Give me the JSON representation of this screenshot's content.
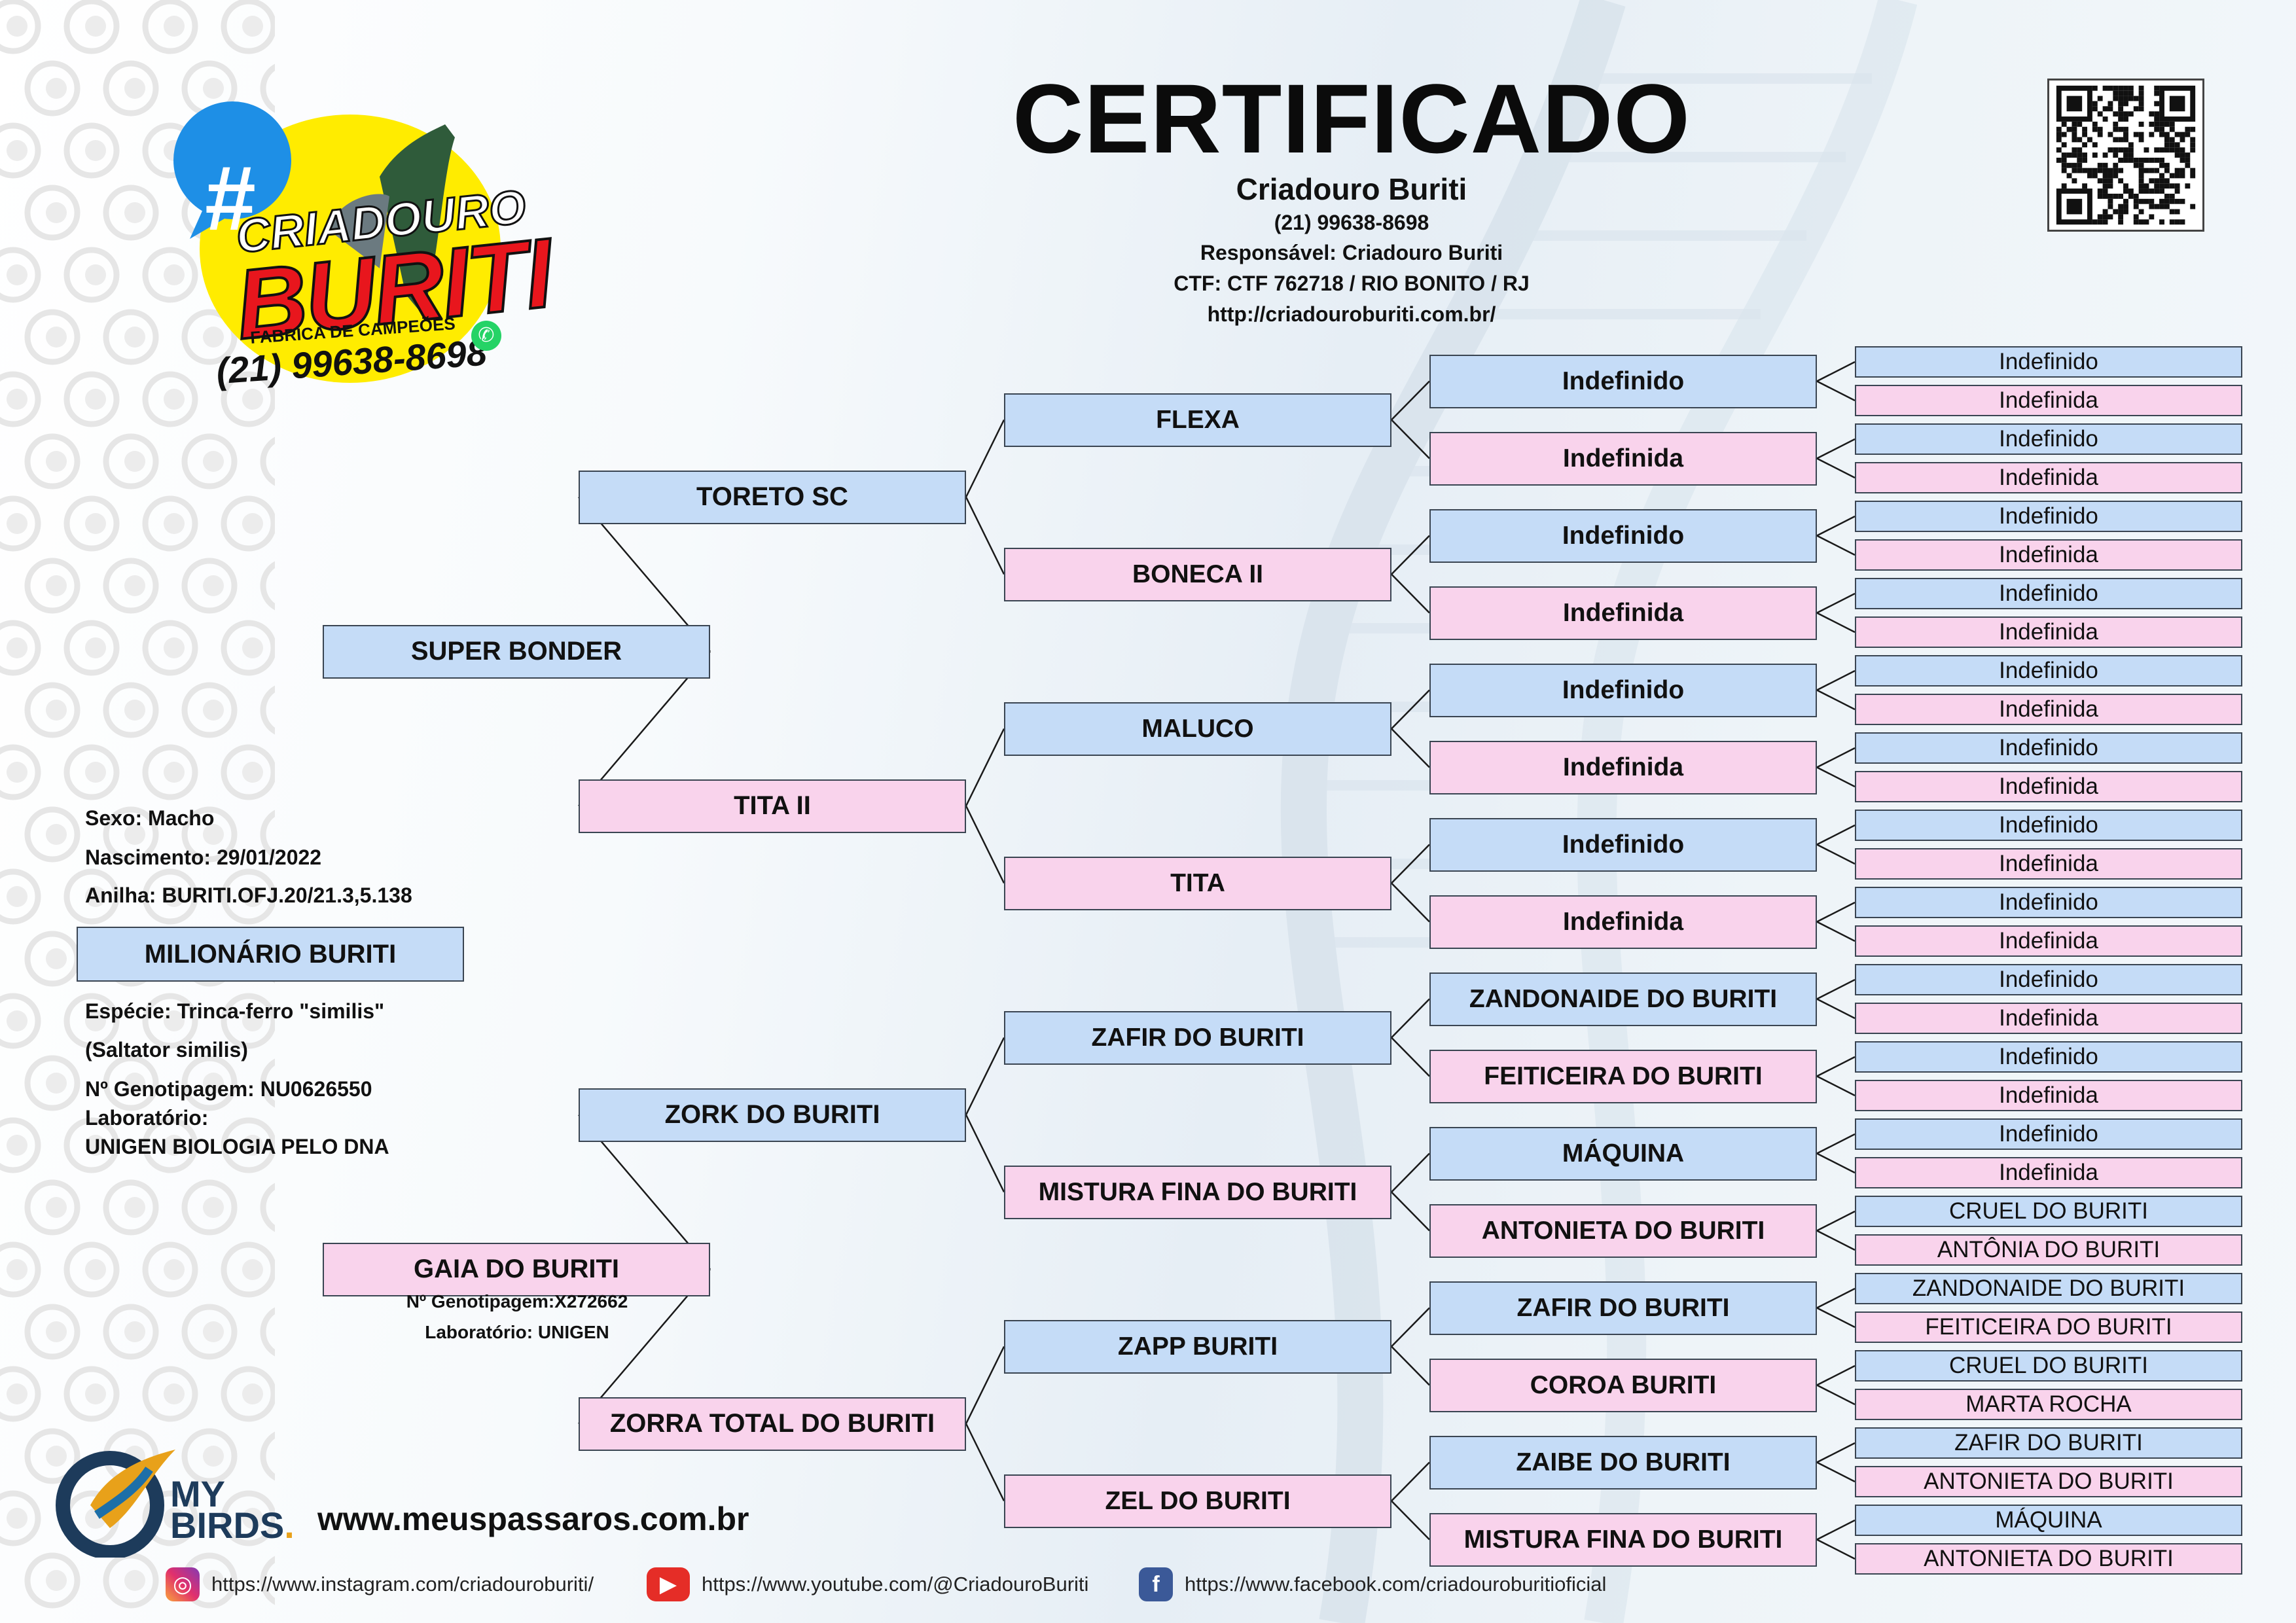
{
  "header": {
    "title": "CERTIFICADO",
    "breeder_name": "Criadouro Buriti",
    "phone": "(21) 99638-8698",
    "responsible": "Responsável: Criadouro Buriti",
    "ctf": "CTF: CTF 762718 / RIO BONITO / RJ",
    "website": "http://criadouroburiti.com.br/"
  },
  "logo": {
    "hash": "#",
    "line1": "CRIADOURO",
    "line2": "BURITI",
    "tagline": "FABRICA DE CAMPEÕES",
    "phone": "(21) 99638-8698",
    "whatsapp_glyph": "✆"
  },
  "subject": {
    "name": "MILIONÁRIO BURITI",
    "sex": "Sexo: Macho",
    "birth": "Nascimento: 29/01/2022",
    "ring": "Anilha: BURITI.OFJ.20/21.3,5.138",
    "species": "Espécie: Trinca-ferro \"similis\"",
    "scientific": "(Saltator similis)",
    "genotype": "Nº Genotipagem: NU0626550",
    "lab_label": "Laboratório:",
    "lab_name": "UNIGEN BIOLOGIA PELO DNA"
  },
  "pedigree": {
    "parents": [
      "SUPER BONDER",
      "GAIA DO BURITI"
    ],
    "grandparents": [
      "TORETO SC",
      "TITA II",
      "ZORK DO BURITI",
      "ZORRA TOTAL DO BURITI"
    ],
    "great_grandparents": [
      "FLEXA",
      "BONECA II",
      "MALUCO",
      "TITA",
      "ZAFIR DO BURITI",
      "MISTURA FINA DO BURITI",
      "ZAPP BURITI",
      "ZEL DO BURITI"
    ],
    "gen4": [
      "Indefinido",
      "Indefinida",
      "Indefinido",
      "Indefinida",
      "Indefinido",
      "Indefinida",
      "Indefinido",
      "Indefinida",
      "ZANDONAIDE DO BURITI",
      "FEITICEIRA DO BURITI",
      "MÁQUINA",
      "ANTONIETA DO BURITI",
      "ZAFIR DO BURITI",
      "COROA BURITI",
      "ZAIBE DO BURITI",
      "MISTURA FINA DO BURITI"
    ],
    "gen5": [
      "Indefinido",
      "Indefinida",
      "Indefinido",
      "Indefinida",
      "Indefinido",
      "Indefinida",
      "Indefinido",
      "Indefinida",
      "Indefinido",
      "Indefinida",
      "Indefinido",
      "Indefinida",
      "Indefinido",
      "Indefinida",
      "Indefinido",
      "Indefinida",
      "Indefinido",
      "Indefinida",
      "Indefinido",
      "Indefinida",
      "Indefinido",
      "Indefinida",
      "CRUEL DO BURITI",
      "ANTÔNIA DO BURITI",
      "ZANDONAIDE DO BURITI",
      "FEITICEIRA DO BURITI",
      "CRUEL DO BURITI",
      "MARTA ROCHA",
      "ZAFIR DO BURITI",
      "ANTONIETA DO BURITI",
      "MÁQUINA",
      "ANTONIETA DO BURITI"
    ]
  },
  "dam_info": {
    "genotype": "Nº Genotipagem:X272662",
    "lab": "Laboratório: UNIGEN"
  },
  "footer": {
    "mybirds_line1": "MY",
    "mybirds_line2": "BIRDS",
    "mybirds_dot": ".",
    "site": "www.meuspassaros.com.br",
    "instagram": "https://www.instagram.com/criadouroburiti/",
    "youtube": "https://www.youtube.com/@CriadouroBuriti",
    "facebook": "https://www.facebook.com/criadouroburitioficial",
    "instagram_glyph": "◎",
    "youtube_glyph": "▶",
    "facebook_glyph": "f"
  },
  "colors": {
    "male": "#c5dcf7",
    "female": "#f9d3ec",
    "border": "#3a4552"
  }
}
